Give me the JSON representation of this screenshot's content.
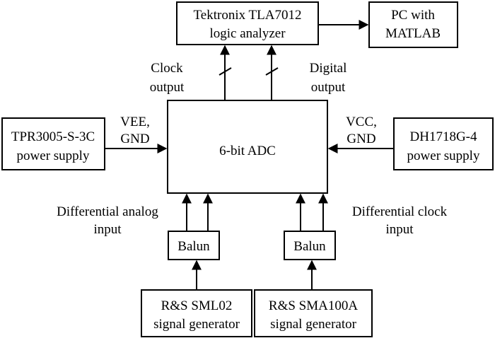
{
  "blocks": {
    "logic_analyzer": {
      "line1": "Tektronix TLA7012",
      "line2": "logic analyzer"
    },
    "pc": {
      "line1": "PC with",
      "line2": "MATLAB"
    },
    "adc": {
      "label": "6-bit ADC"
    },
    "left_supply": {
      "line1": "TPR3005-S-3C",
      "line2": "power supply"
    },
    "right_supply": {
      "line1": "DH1718G-4",
      "line2": "power supply"
    },
    "balun_left": {
      "label": "Balun"
    },
    "balun_right": {
      "label": "Balun"
    },
    "gen_left": {
      "line1": "R&S SML02",
      "line2": "signal generator"
    },
    "gen_right": {
      "line1": "R&S SMA100A",
      "line2": "signal generator"
    }
  },
  "signals": {
    "clock_output": {
      "line1": "Clock",
      "line2": "output"
    },
    "digital_output": {
      "line1": "Digital",
      "line2": "output"
    },
    "left_power": {
      "line1": "VEE,",
      "line2": "GND"
    },
    "right_power": {
      "line1": "VCC,",
      "line2": "GND"
    },
    "diff_analog": {
      "line1": "Differential analog",
      "line2": "input"
    },
    "diff_clock": {
      "line1": "Differential clock",
      "line2": "input"
    }
  }
}
